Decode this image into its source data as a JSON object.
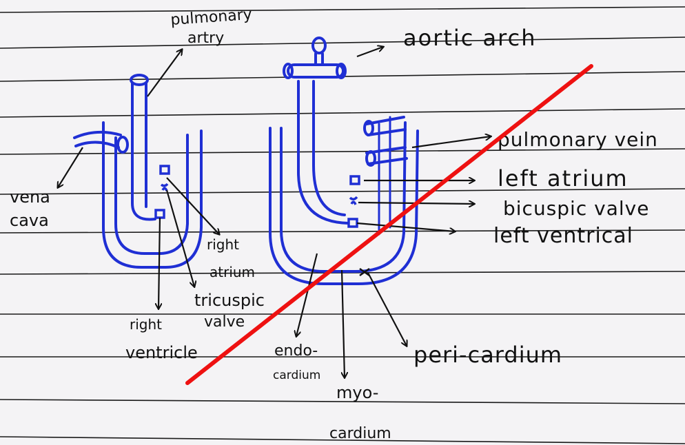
{
  "colors": {
    "paper": "#f4f3f5",
    "ruled_line": "#1a1a1a",
    "ink": "#1f2fd4",
    "pen": "#111111",
    "strike": "#ee1111"
  },
  "labels": {
    "pulmonary_artery_line1": "pulmonary",
    "pulmonary_artery_line2": "artry",
    "aortic_arch": "aortic arch",
    "pulmonary_vein": "pulmonary vein",
    "left_atrium": "left atrium",
    "bicuspid_valve": "bicuspic valve",
    "left_ventricle": "left ventrical",
    "vena_cava_line1": "vena",
    "vena_cava_line2": "cava",
    "right_atrium_line1": "right",
    "right_atrium_line2": "atrium",
    "tricuspid_valve_line1": "tricuspic",
    "tricuspid_valve_line2": "valve",
    "right_ventricle_line1": "right",
    "right_ventricle_line2": "ventricle",
    "endocardium_line1": "endo-",
    "endocardium_line2": "cardium",
    "myocardium_line1": "myo-",
    "myocardium_line2": "cardium",
    "pericardium": "peri-cardium"
  },
  "icons": {
    "arrow": "arrow-icon",
    "valve": "valve-icon",
    "strike": "strike-line"
  }
}
